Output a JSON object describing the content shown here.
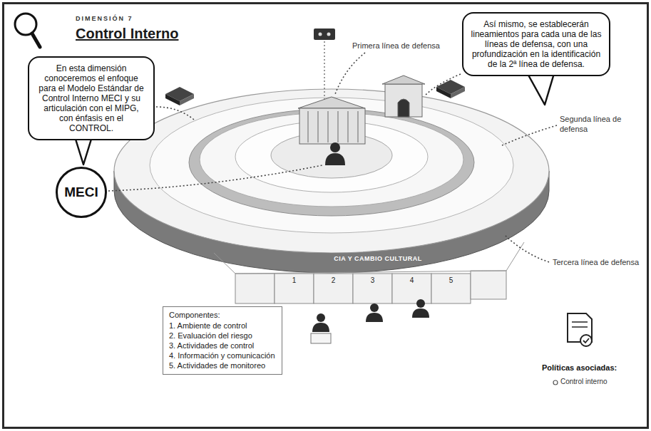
{
  "diagram": {
    "title": "Control Interno",
    "nodes": [
      {
        "text": [
          "En esta dimensión conoceremos el enfoque para el Modelo Estándar de Control Interno MECI y su articulación con el MIPG, con énfasis en el CONTROL."
        ]
      },
      {
        "text": [
          "Así mismo, se establecerán lineamientos para cada una de las líneas de defensa, con una profundización en la identificación de la 2ª línea de defensa."
        ]
      },
      {
        "text": [
          "MECI"
        ]
      },
      {
        "text": [
          "Componentes:",
          "1. Ambiente de control",
          "2. Evaluación del riesgo",
          "3. Actividades de control",
          "4. Información y comunicación",
          "5. Actividades de monitoreo"
        ]
      }
    ],
    "labels": [
      "DIMENSIÓN 7",
      "Primera línea de defensa",
      "Segunda línea de defensa",
      "Tercera línea de defensa",
      "CIA Y CAMBIO CULTURAL",
      "1",
      "2",
      "3",
      "4",
      "5",
      "Políticas asociadas:",
      "Control interno"
    ]
  }
}
